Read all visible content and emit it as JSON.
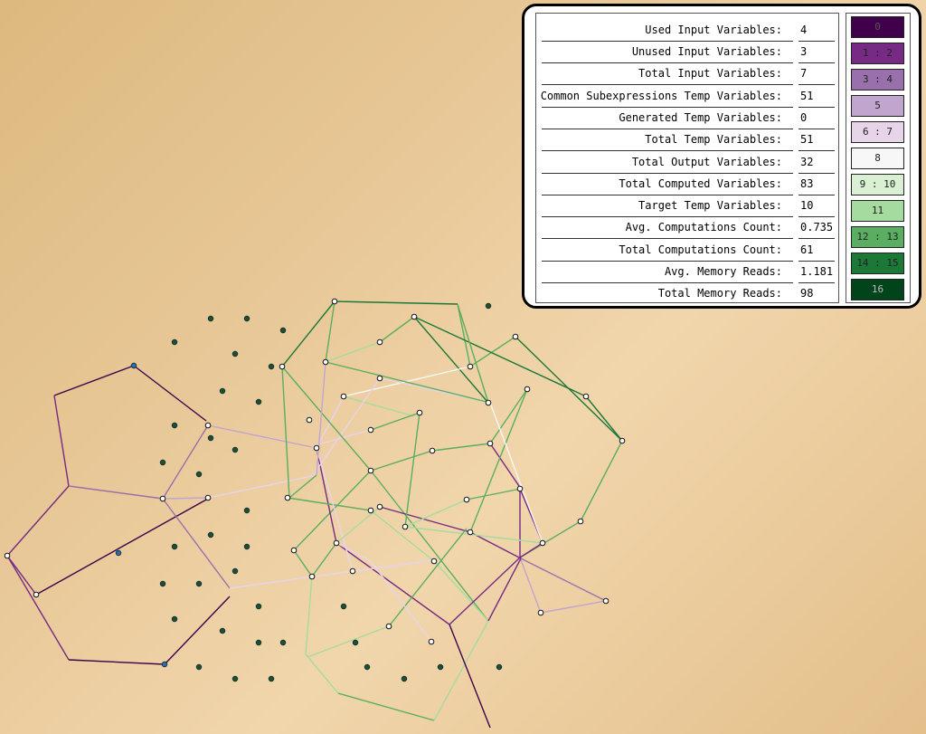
{
  "stats": [
    {
      "label": "Used Input Variables:",
      "value": "4"
    },
    {
      "label": "Unused Input Variables:",
      "value": "3"
    },
    {
      "label": "Total Input Variables:",
      "value": "7"
    },
    {
      "label": "Common Subexpressions Temp Variables:",
      "value": "51"
    },
    {
      "label": "Generated Temp Variables:",
      "value": "0"
    },
    {
      "label": "Total Temp Variables:",
      "value": "51"
    },
    {
      "label": "Total Output Variables:",
      "value": "32"
    },
    {
      "label": "Total Computed Variables:",
      "value": "83"
    },
    {
      "label": "Target Temp Variables:",
      "value": "10"
    },
    {
      "label": "Avg. Computations Count:",
      "value": "0.735"
    },
    {
      "label": "Total Computations Count:",
      "value": "61"
    },
    {
      "label": "Avg. Memory Reads:",
      "value": "1.181"
    },
    {
      "label": "Total Memory Reads:",
      "value": "98"
    }
  ],
  "legend": [
    {
      "label": "0",
      "color": "#40004b",
      "text_color": "#555555"
    },
    {
      "label": "1 : 2",
      "color": "#762a83",
      "text_color": "#222222"
    },
    {
      "label": "3 : 4",
      "color": "#9970ab",
      "text_color": "#222222"
    },
    {
      "label": "5",
      "color": "#c2a5cf",
      "text_color": "#222222"
    },
    {
      "label": "6 : 7",
      "color": "#e7d4e8",
      "text_color": "#222222"
    },
    {
      "label": "8",
      "color": "#f7f7f7",
      "text_color": "#222222"
    },
    {
      "label": "9 : 10",
      "color": "#d9f0d3",
      "text_color": "#222222"
    },
    {
      "label": "11",
      "color": "#a6dba0",
      "text_color": "#222222"
    },
    {
      "label": "12 : 13",
      "color": "#5aae61",
      "text_color": "#222222"
    },
    {
      "label": "14 : 15",
      "color": "#1b7837",
      "text_color": "#222222"
    },
    {
      "label": "16",
      "color": "#00441b",
      "text_color": "#bbbbbb"
    }
  ]
}
